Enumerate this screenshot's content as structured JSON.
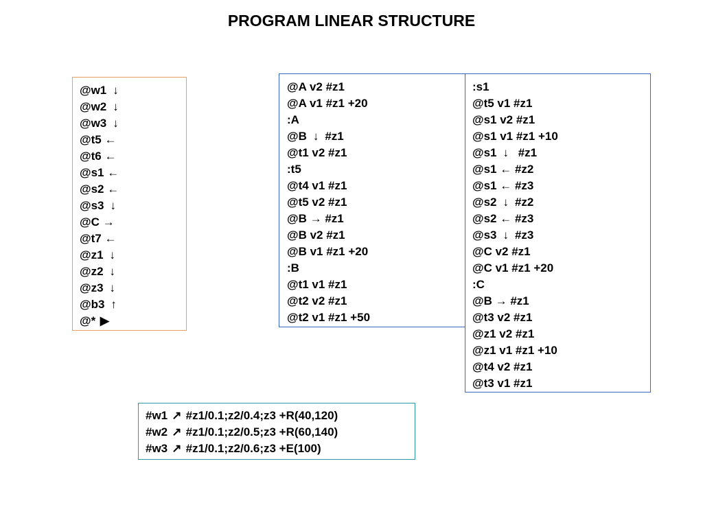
{
  "title": "PROGRAM LINEAR STRUCTURE",
  "colors": {
    "orange_border": "#e8a060",
    "blue_border": "#3a66c4",
    "teal_border": "#2a9aaa"
  },
  "box_orange": [
    {
      "text": "@w1",
      "arrow": "down"
    },
    {
      "text": "@w2",
      "arrow": "down"
    },
    {
      "text": "@w3",
      "arrow": "down"
    },
    {
      "text": "@t5",
      "arrow": "left"
    },
    {
      "text": "@t6",
      "arrow": "left"
    },
    {
      "text": "@s1",
      "arrow": "left"
    },
    {
      "text": "@s2",
      "arrow": "left"
    },
    {
      "text": "@s3",
      "arrow": "down"
    },
    {
      "text": "@C",
      "arrow": "right"
    },
    {
      "text": "@t7",
      "arrow": "left"
    },
    {
      "text": "@z1",
      "arrow": "down"
    },
    {
      "text": "@z2",
      "arrow": "down"
    },
    {
      "text": "@z3",
      "arrow": "down"
    },
    {
      "text": "@b3",
      "arrow": "up"
    },
    {
      "text": "@*",
      "arrow": "play"
    }
  ],
  "box_blue1": [
    {
      "text": "@A v2 #z1"
    },
    {
      "text": "@A v1 #z1 +20"
    },
    {
      "text": ":A"
    },
    {
      "text": "@B",
      "arrow": "down",
      "after": "#z1"
    },
    {
      "text": "@t1 v2 #z1"
    },
    {
      "text": ":t5"
    },
    {
      "text": "@t4 v1 #z1"
    },
    {
      "text": "@t5 v2 #z1"
    },
    {
      "text": "@B",
      "arrow": "right",
      "after": "#z1"
    },
    {
      "text": "@B v2 #z1"
    },
    {
      "text": "@B v1 #z1 +20"
    },
    {
      "text": ":B"
    },
    {
      "text": "@t1 v1 #z1"
    },
    {
      "text": "@t2 v2 #z1"
    },
    {
      "text": "@t2 v1 #z1 +50"
    }
  ],
  "box_blue2": [
    {
      "text": ":s1"
    },
    {
      "text": "@t5 v1 #z1"
    },
    {
      "text": "@s1 v2 #z1"
    },
    {
      "text": "@s1 v1 #z1 +10"
    },
    {
      "text": "@s1",
      "arrow": "down",
      "after": " #z1"
    },
    {
      "text": "@s1",
      "arrow": "left",
      "after": "#z2"
    },
    {
      "text": "@s1",
      "arrow": "left",
      "after": "#z3"
    },
    {
      "text": "@s2",
      "arrow": "down",
      "after": "#z2"
    },
    {
      "text": "@s2",
      "arrow": "left",
      "after": "#z3"
    },
    {
      "text": "@s3",
      "arrow": "down",
      "after": "#z3"
    },
    {
      "text": "@C v2 #z1"
    },
    {
      "text": "@C v1 #z1 +20"
    },
    {
      "text": ":C"
    },
    {
      "text": "@B",
      "arrow": "right",
      "after": "#z1"
    },
    {
      "text": "@t3 v2 #z1"
    },
    {
      "text": "@z1 v2 #z1"
    },
    {
      "text": "@z1 v1 #z1 +10"
    },
    {
      "text": "@t4 v2 #z1"
    },
    {
      "text": "@t3 v1 #z1"
    }
  ],
  "box_teal": [
    {
      "text": "#w1",
      "arrow": "up-right",
      "after": "#z1/0.1;z2/0.4;z3 +R(40,120)"
    },
    {
      "text": "#w2",
      "arrow": "up-right",
      "after": "#z1/0.1;z2/0.5;z3 +R(60,140)"
    },
    {
      "text": "#w3",
      "arrow": "up-right",
      "after": "#z1/0.1;z2/0.6;z3 +E(100)"
    }
  ]
}
